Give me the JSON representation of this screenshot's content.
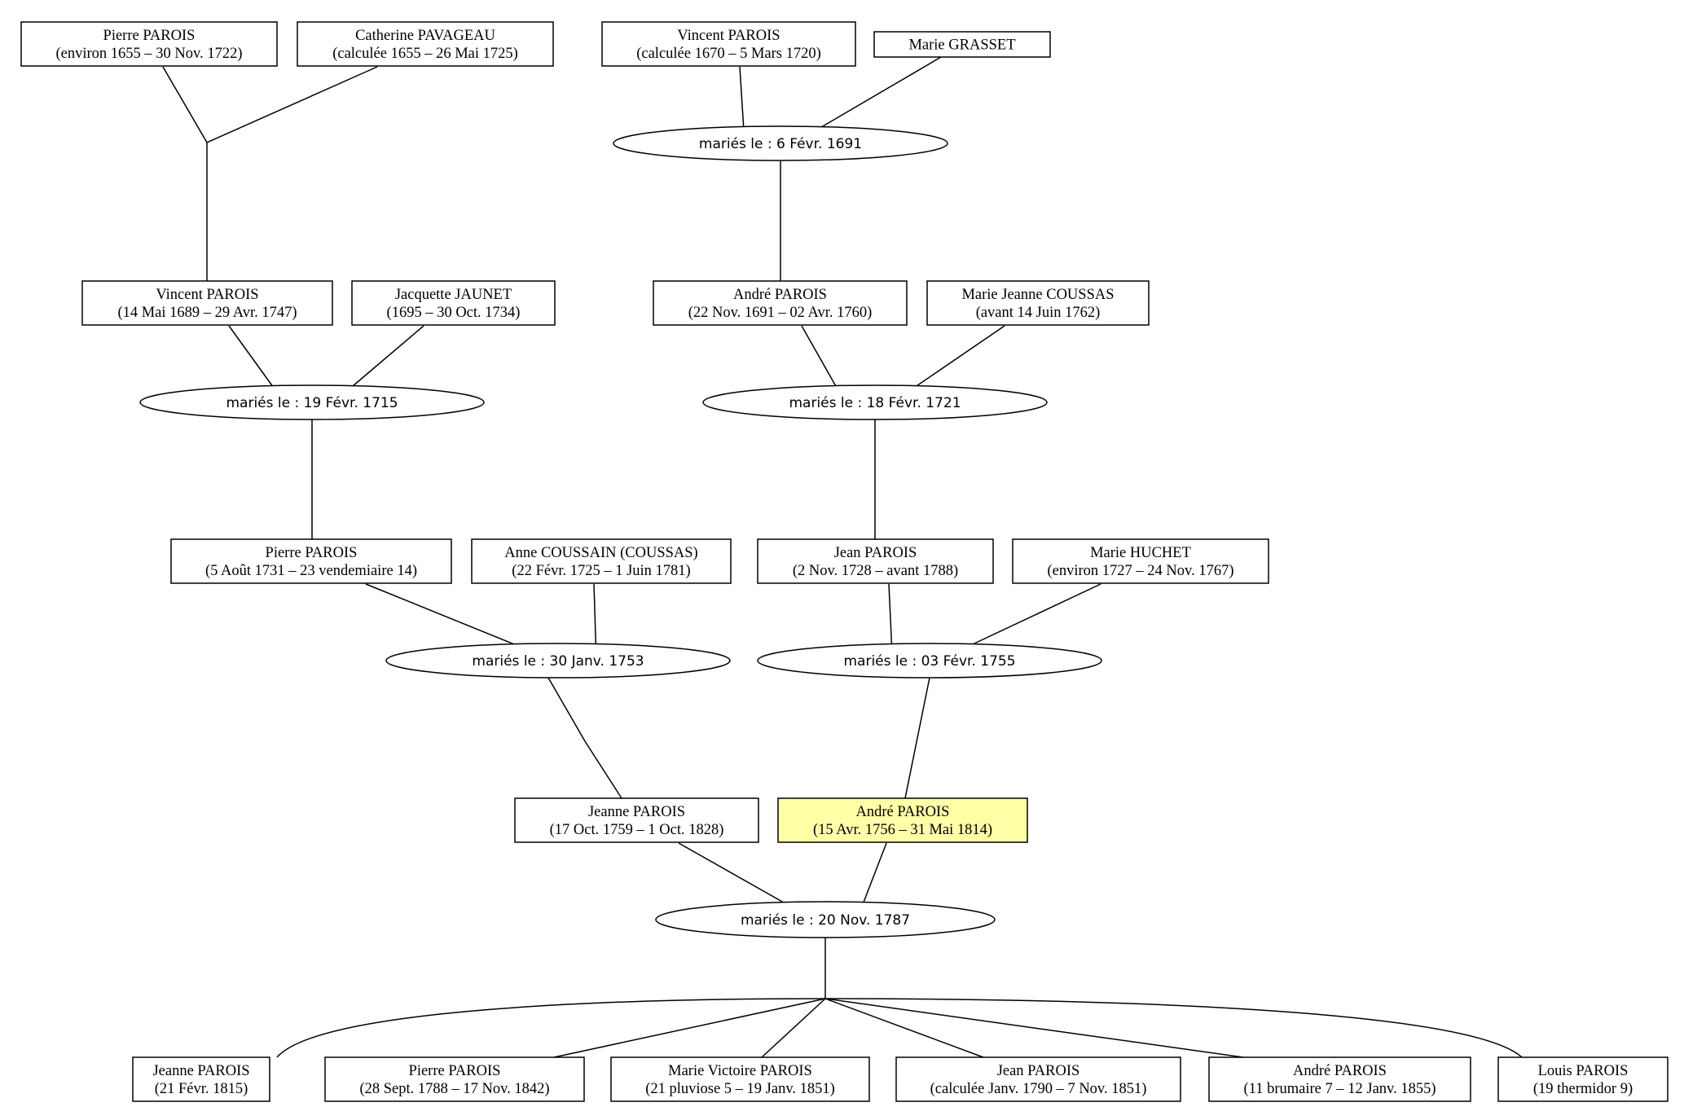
{
  "persons": [
    {
      "id": "p-pierre-1655",
      "name": "Pierre PAROIS",
      "dates": "(environ 1655 – 30 Nov. 1722)",
      "highlight": false
    },
    {
      "id": "p-catherine-1655",
      "name": "Catherine PAVAGEAU",
      "dates": "(calculée 1655 – 26 Mai 1725)",
      "highlight": false
    },
    {
      "id": "p-vincent-1670",
      "name": "Vincent PAROIS",
      "dates": "(calculée 1670 – 5 Mars 1720)",
      "highlight": false
    },
    {
      "id": "p-marie-grasset",
      "name": "Marie GRASSET",
      "dates": "",
      "highlight": false
    },
    {
      "id": "p-vincent-1689",
      "name": "Vincent PAROIS",
      "dates": "(14 Mai 1689 – 29 Avr. 1747)",
      "highlight": false
    },
    {
      "id": "p-jacquette-1695",
      "name": "Jacquette JAUNET",
      "dates": "(1695 – 30 Oct. 1734)",
      "highlight": false
    },
    {
      "id": "p-andre-1691",
      "name": "André PAROIS",
      "dates": "(22 Nov. 1691 – 02 Avr. 1760)",
      "highlight": false
    },
    {
      "id": "p-mariejeanne-1762",
      "name": "Marie Jeanne COUSSAS",
      "dates": "(avant 14 Juin 1762)",
      "highlight": false
    },
    {
      "id": "p-pierre-1731",
      "name": "Pierre PAROIS",
      "dates": "(5 Août 1731 – 23 vendemiaire 14)",
      "highlight": false
    },
    {
      "id": "p-anne-1725",
      "name": "Anne COUSSAIN (COUSSAS)",
      "dates": "(22 Févr. 1725 – 1 Juin 1781)",
      "highlight": false
    },
    {
      "id": "p-jean-1728",
      "name": "Jean PAROIS",
      "dates": "(2 Nov. 1728 – avant 1788)",
      "highlight": false
    },
    {
      "id": "p-marie-huchet",
      "name": "Marie HUCHET",
      "dates": "(environ 1727 – 24 Nov. 1767)",
      "highlight": false
    },
    {
      "id": "p-jeanne-1759",
      "name": "Jeanne PAROIS",
      "dates": "(17 Oct. 1759 – 1 Oct. 1828)",
      "highlight": false
    },
    {
      "id": "p-andre-1756",
      "name": "André PAROIS",
      "dates": "(15 Avr. 1756 – 31 Mai 1814)",
      "highlight": true
    },
    {
      "id": "p-jeanne-1815",
      "name": "Jeanne PAROIS",
      "dates": "(21 Févr. 1815)",
      "highlight": false
    },
    {
      "id": "p-pierre-1788",
      "name": "Pierre PAROIS",
      "dates": "(28 Sept. 1788 – 17 Nov. 1842)",
      "highlight": false
    },
    {
      "id": "p-marievictoire",
      "name": "Marie Victoire PAROIS",
      "dates": "(21 pluviose 5 – 19 Janv. 1851)",
      "highlight": false
    },
    {
      "id": "p-jean-1790",
      "name": "Jean PAROIS",
      "dates": "(calculée Janv. 1790 – 7 Nov. 1851)",
      "highlight": false
    },
    {
      "id": "p-andre-brumaire",
      "name": "André PAROIS",
      "dates": "(11 brumaire 7 – 12 Janv. 1855)",
      "highlight": false
    },
    {
      "id": "p-louis-thermidor",
      "name": "Louis PAROIS",
      "dates": "(19 thermidor 9)",
      "highlight": false
    }
  ],
  "unions": [
    {
      "id": "u-parois-pavageau",
      "label": "",
      "partners": [
        "p-pierre-1655",
        "p-catherine-1655"
      ],
      "children": [
        "p-vincent-1689"
      ]
    },
    {
      "id": "u-parois-grasset",
      "label": "mariés le : 6 Févr. 1691",
      "partners": [
        "p-vincent-1670",
        "p-marie-grasset"
      ],
      "children": [
        "p-andre-1691"
      ]
    },
    {
      "id": "u-parois-jaunet",
      "label": "mariés le : 19 Févr. 1715",
      "partners": [
        "p-vincent-1689",
        "p-jacquette-1695"
      ],
      "children": [
        "p-pierre-1731"
      ]
    },
    {
      "id": "u-parois-coussas",
      "label": "mariés le : 18 Févr. 1721",
      "partners": [
        "p-andre-1691",
        "p-mariejeanne-1762"
      ],
      "children": [
        "p-jean-1728"
      ]
    },
    {
      "id": "u-parois-coussain",
      "label": "mariés le : 30 Janv. 1753",
      "partners": [
        "p-pierre-1731",
        "p-anne-1725"
      ],
      "children": [
        "p-jeanne-1759"
      ]
    },
    {
      "id": "u-parois-huchet",
      "label": "mariés le : 03 Févr. 1755",
      "partners": [
        "p-jean-1728",
        "p-marie-huchet"
      ],
      "children": [
        "p-andre-1756"
      ]
    },
    {
      "id": "u-parois-parois",
      "label": "mariés le : 20 Nov. 1787",
      "partners": [
        "p-jeanne-1759",
        "p-andre-1756"
      ],
      "children": [
        "p-jeanne-1815",
        "p-pierre-1788",
        "p-marievictoire",
        "p-jean-1790",
        "p-andre-brumaire",
        "p-louis-thermidor"
      ]
    }
  ]
}
